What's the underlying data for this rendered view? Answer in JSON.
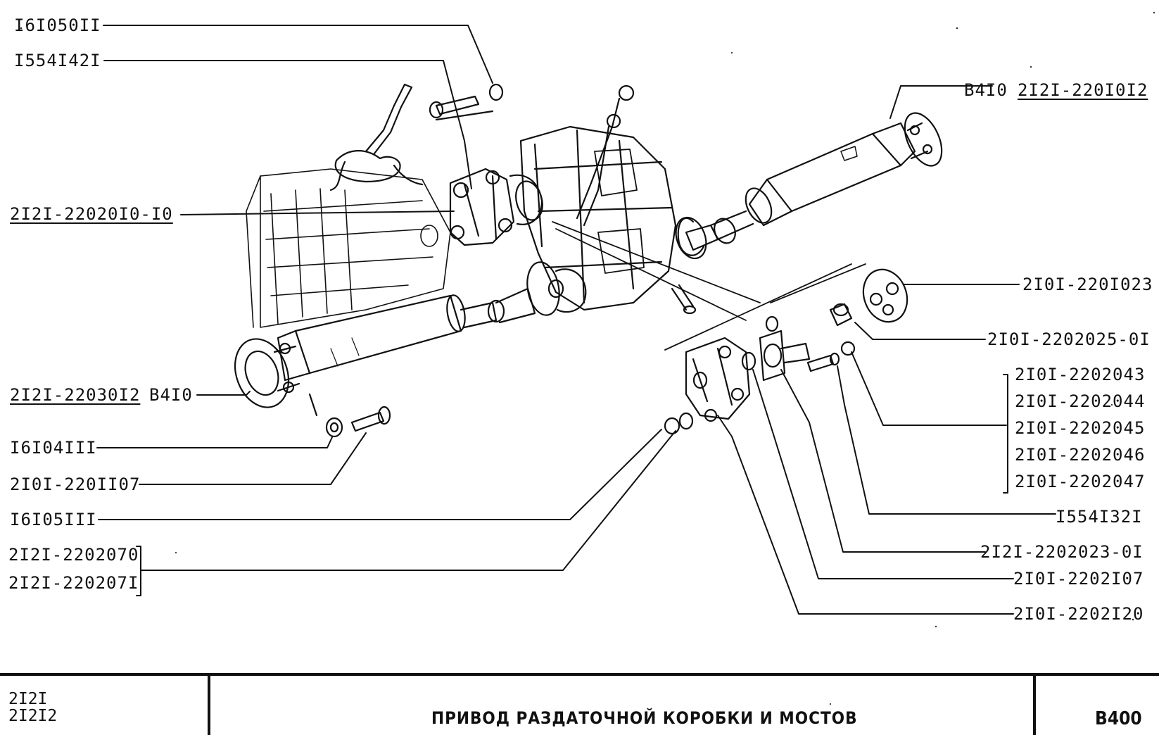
{
  "labels": {
    "p161050II": "I6I050II",
    "p1554I42I": "I554I42I",
    "p2I2I_2202010": "2I2I-22020I0-I0",
    "p2I2I_2203012": "2I2I-22030I2",
    "v4I0_rear": "В4I0",
    "v4I0_front": "В4I0",
    "p2I2I_220I0I2": "2I2I-220I0I2",
    "p2I0I_220I023": "2I0I-220I023",
    "p2I0I_2202025": "2I0I-2202025-0I",
    "group_a": [
      "2I0I-2202043",
      "2I0I-2202044",
      "2I0I-2202045",
      "2I0I-2202046",
      "2I0I-2202047"
    ],
    "p1554I32I": "I554I32I",
    "p2I2I_2202023": "2I2I-2202023-0I",
    "p2I0I_2202I07": "2I0I-2202I07",
    "p2I0I_2202I20": "2I0I-2202I20",
    "p16I04III": "I6I04III",
    "p2I0I_220II07": "2I0I-220II07",
    "p16I05III": "I6I05III",
    "group_b": [
      "2I2I-2202070",
      "2I2I-220207I"
    ]
  },
  "title_block": {
    "models": [
      "2I2I",
      "2I2I2"
    ],
    "title": "ПРИВОД РАЗДАТОЧНОЙ КОРОБКИ И МОСТОВ",
    "sheet_code": "В400"
  }
}
